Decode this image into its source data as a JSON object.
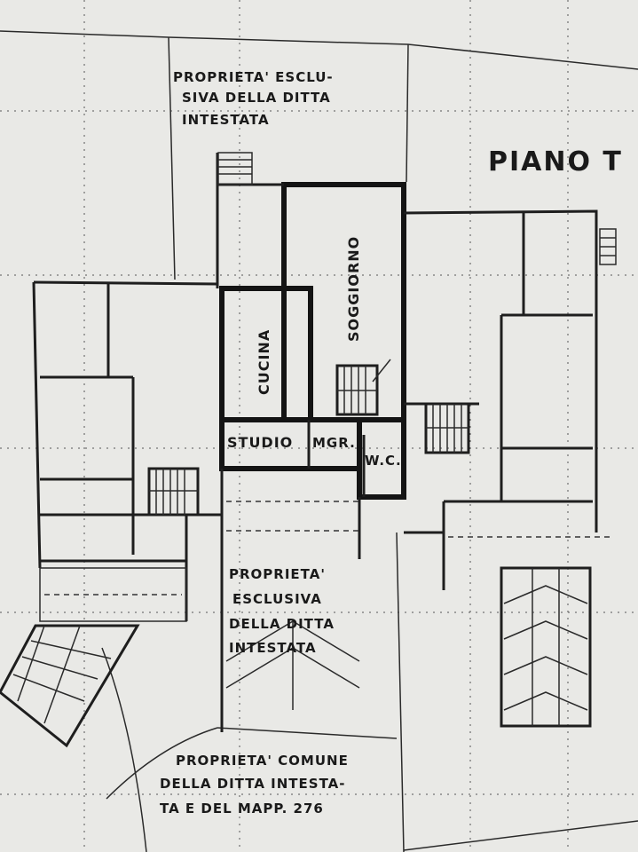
{
  "plan_title": "PIANO T",
  "labels": {
    "top_note_line1": "PROPRIETA' ESCLU-",
    "top_note_line2": "SIVA DELLA DITTA",
    "top_note_line3": "INTESTATA",
    "room_kitchen": "CUCINA",
    "room_living": "SOGGIORNO",
    "room_study": "STUDIO",
    "room_storage": "MGR.",
    "room_wc": "W.C.",
    "middle_note_line1": "PROPRIETA'",
    "middle_note_line2": "ESCLUSIVA",
    "middle_note_line3": "DELLA DITTA",
    "middle_note_line4": "INTESTATA",
    "bottom_note_line1": "PROPRIETA' COMUNE",
    "bottom_note_line2": "DELLA DITTA INTESTA-",
    "bottom_note_line3": "TA E DEL MAPP. 276"
  }
}
